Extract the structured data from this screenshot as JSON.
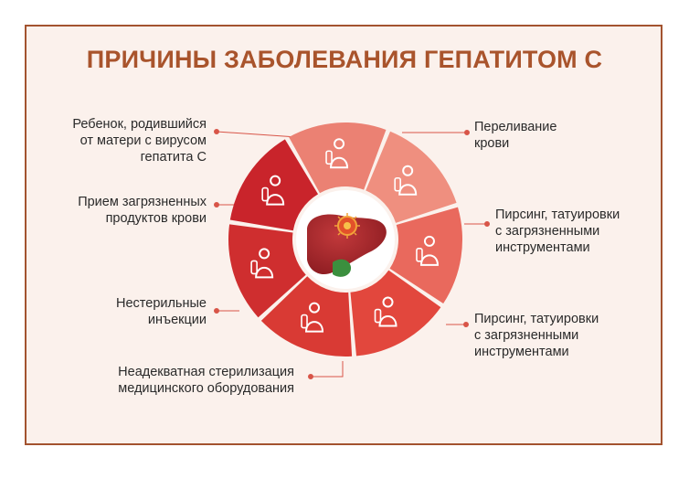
{
  "title": "ПРИЧИНЫ ЗАБОЛЕВАНИЯ ГЕПАТИТОМ С",
  "causes_left": [
    {
      "lines": [
        "Ребенок, родившийся",
        "от матери с вирусом",
        "гепатита С"
      ],
      "icon": "pregnant-woman-icon"
    },
    {
      "lines": [
        "Прием загрязненных",
        "продуктов крови"
      ],
      "icon": "blood-bag-icon"
    },
    {
      "lines": [
        "Нестерильные",
        "инъекции"
      ],
      "icon": "syringe-icon"
    },
    {
      "lines": [
        "Неадекватная стерилизация",
        "медицинского оборудования"
      ],
      "icon": "gloves-scissors-icon"
    }
  ],
  "causes_right": [
    {
      "lines": [
        "Переливание",
        "крови"
      ],
      "icon": "blood-transfusion-icon"
    },
    {
      "lines": [
        "Пирсинг, татуировки",
        "с загрязненными",
        "инструментами"
      ],
      "icon": "couple-icon"
    },
    {
      "lines": [
        "Пирсинг, татуировки",
        "с загрязненными",
        "инструментами"
      ],
      "icon": "tattoo-machine-icon"
    }
  ],
  "center_icon": "liver-virus-icon",
  "colors": {
    "title": "#a9542c",
    "border": "#a3532f",
    "background": "#fbf1ec",
    "segment_light": "#ef9a8a",
    "segment_mid": "#e2473d",
    "segment_dark": "#c9242b",
    "liver": "#a8262b",
    "gallbladder": "#3b8f3e"
  }
}
